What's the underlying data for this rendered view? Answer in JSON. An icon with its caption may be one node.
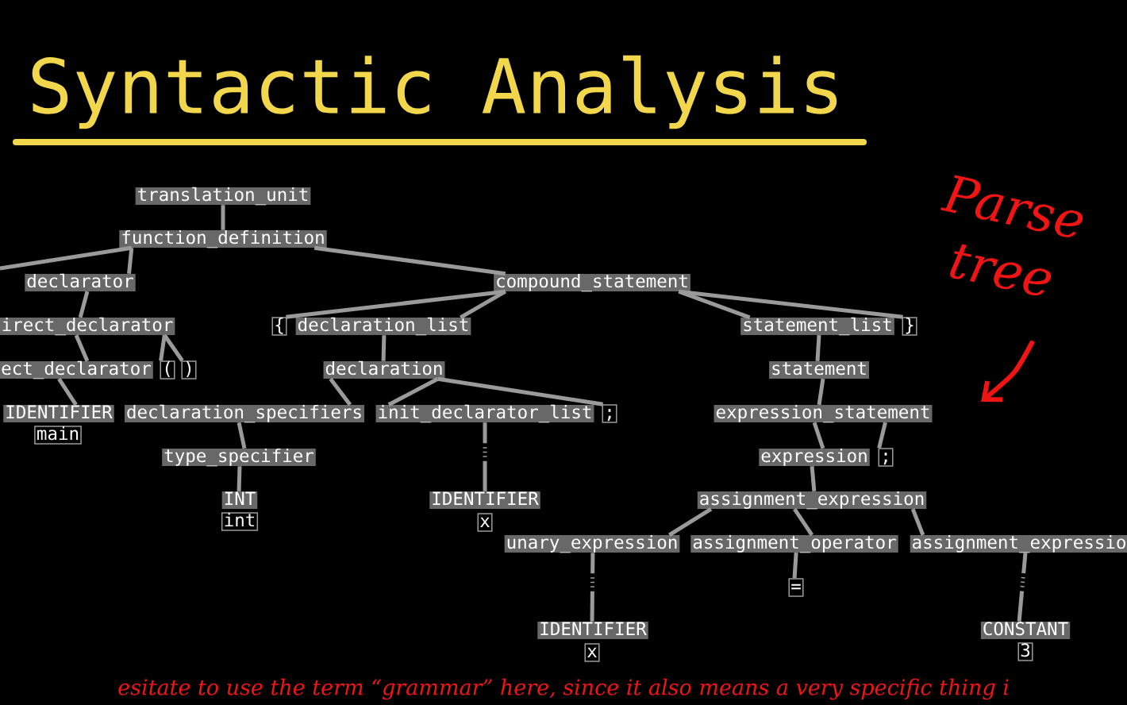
{
  "diagram": {
    "title": "Syntactic Analysis",
    "caption": "esitate to use the term “grammar” here, since it also means a very specific thing i",
    "nodes": [
      {
        "text": [
          "translation_unit"
        ]
      },
      {
        "text": [
          "function_definition"
        ]
      },
      {
        "text": [
          "declarator"
        ]
      },
      {
        "text": [
          "compound_statement"
        ]
      },
      {
        "text": [
          "irect_declarator"
        ]
      },
      {
        "text": [
          "{"
        ]
      },
      {
        "text": [
          "declaration_list"
        ]
      },
      {
        "text": [
          "statement_list"
        ]
      },
      {
        "text": [
          "}"
        ]
      },
      {
        "text": [
          "ect_declarator"
        ]
      },
      {
        "text": [
          "("
        ]
      },
      {
        "text": [
          ")"
        ]
      },
      {
        "text": [
          "declaration"
        ]
      },
      {
        "text": [
          "statement"
        ]
      },
      {
        "text": [
          "IDENTIFIER"
        ]
      },
      {
        "text": [
          "declaration_specifiers"
        ]
      },
      {
        "text": [
          "init_declarator_list"
        ]
      },
      {
        "text": [
          ";"
        ]
      },
      {
        "text": [
          "expression_statement"
        ]
      },
      {
        "text": [
          "main"
        ]
      },
      {
        "text": [
          "type_specifier"
        ]
      },
      {
        "text": [
          "expression"
        ]
      },
      {
        "text": [
          ";"
        ]
      },
      {
        "text": [
          "INT"
        ]
      },
      {
        "text": [
          "IDENTIFIER"
        ]
      },
      {
        "text": [
          "assignment_expression"
        ]
      },
      {
        "text": [
          "int"
        ]
      },
      {
        "text": [
          "x"
        ]
      },
      {
        "text": [
          "unary_expression"
        ]
      },
      {
        "text": [
          "assignment_operator"
        ]
      },
      {
        "text": [
          "assignment_expressio"
        ]
      },
      {
        "text": [
          "="
        ]
      },
      {
        "text": [
          "IDENTIFIER"
        ]
      },
      {
        "text": [
          "CONSTANT"
        ]
      },
      {
        "text": [
          "x"
        ]
      },
      {
        "text": [
          "3"
        ]
      }
    ],
    "edges": [
      {
        "from": 0,
        "to": 1,
        "arrow": "none"
      },
      {
        "from": 1,
        "to": null,
        "arrow": "none"
      },
      {
        "from": 1,
        "to": 2,
        "arrow": "none"
      },
      {
        "from": 1,
        "to": 3,
        "arrow": "none"
      },
      {
        "from": 2,
        "to": 4,
        "arrow": "none"
      },
      {
        "from": 3,
        "to": 5,
        "arrow": "none"
      },
      {
        "from": 3,
        "to": 6,
        "arrow": "none"
      },
      {
        "from": 3,
        "to": 7,
        "arrow": "none"
      },
      {
        "from": 3,
        "to": 8,
        "arrow": "none"
      },
      {
        "from": 4,
        "to": 9,
        "arrow": "none"
      },
      {
        "from": 4,
        "to": 10,
        "arrow": "none"
      },
      {
        "from": 4,
        "to": 11,
        "arrow": "none"
      },
      {
        "from": 6,
        "to": 12,
        "arrow": "none"
      },
      {
        "from": 7,
        "to": 13,
        "arrow": "none"
      },
      {
        "from": 9,
        "to": 14,
        "arrow": "none"
      },
      {
        "from": 12,
        "to": 15,
        "arrow": "none"
      },
      {
        "from": 12,
        "to": 16,
        "arrow": "none"
      },
      {
        "from": 12,
        "to": 17,
        "arrow": "none"
      },
      {
        "from": 13,
        "to": 18,
        "arrow": "none"
      },
      {
        "from": 15,
        "to": 20,
        "arrow": "none"
      },
      {
        "from": 16,
        "to": 24,
        "arrow": "none",
        "style": "dashed"
      },
      {
        "from": 18,
        "to": 21,
        "arrow": "none"
      },
      {
        "from": 18,
        "to": 22,
        "arrow": "none"
      },
      {
        "from": 20,
        "to": 23,
        "arrow": "none"
      },
      {
        "from": 21,
        "to": 25,
        "arrow": "none"
      },
      {
        "from": 25,
        "to": 28,
        "arrow": "none"
      },
      {
        "from": 25,
        "to": 29,
        "arrow": "none"
      },
      {
        "from": 25,
        "to": 30,
        "arrow": "none"
      },
      {
        "from": 28,
        "to": 32,
        "arrow": "none",
        "style": "dashed"
      },
      {
        "from": 29,
        "to": 31,
        "arrow": "none"
      },
      {
        "from": 30,
        "to": 33,
        "arrow": "none",
        "style": "dashed"
      }
    ],
    "labels": [
      "Parse tree"
    ]
  }
}
